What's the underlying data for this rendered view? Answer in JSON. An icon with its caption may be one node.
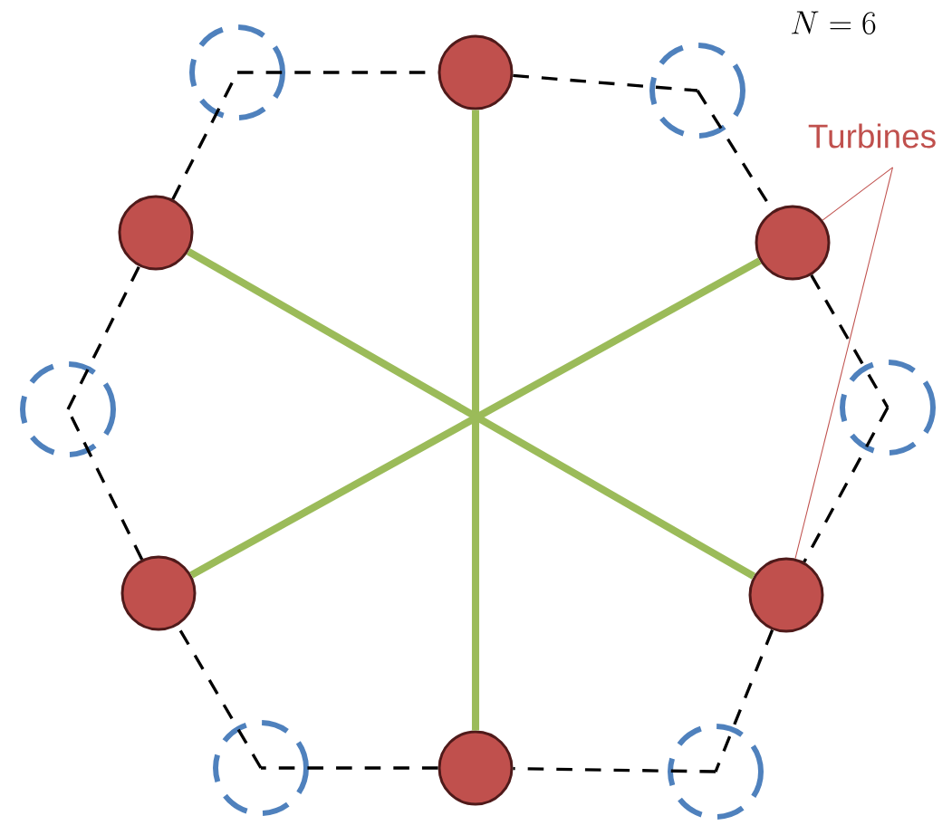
{
  "diagram": {
    "nodes": [
      {
        "text": [
          "Turbines"
        ]
      },
      {
        "text": [],
        "shape": "circle"
      },
      {
        "text": [],
        "shape": "circle"
      },
      {
        "text": [],
        "shape": "circle"
      },
      {
        "text": [],
        "shape": "circle"
      },
      {
        "text": [],
        "shape": "circle"
      },
      {
        "text": [],
        "shape": "circle"
      },
      {
        "text": [],
        "shape": "circle"
      },
      {
        "text": [],
        "shape": "circle"
      },
      {
        "text": [],
        "shape": "circle"
      },
      {
        "text": [],
        "shape": "circle"
      },
      {
        "text": [],
        "shape": "circle"
      },
      {
        "text": [],
        "shape": "circle"
      }
    ],
    "edges": [
      {
        "from": 1,
        "to": 2,
        "arrow": "none",
        "style": "dashed"
      },
      {
        "from": 2,
        "to": 3,
        "arrow": "none",
        "style": "dashed"
      },
      {
        "from": 3,
        "to": 5,
        "arrow": "none",
        "style": "dashed"
      },
      {
        "from": 5,
        "to": 7,
        "arrow": "none",
        "style": "dashed"
      },
      {
        "from": 7,
        "to": 9,
        "arrow": "none",
        "style": "dashed"
      },
      {
        "from": 9,
        "to": 12,
        "arrow": "none",
        "style": "dashed"
      },
      {
        "from": 12,
        "to": 11,
        "arrow": "none",
        "style": "dashed"
      },
      {
        "from": 11,
        "to": 10,
        "arrow": "none",
        "style": "dashed"
      },
      {
        "from": 10,
        "to": 8,
        "arrow": "none",
        "style": "dashed"
      },
      {
        "from": 8,
        "to": 6,
        "arrow": "none",
        "style": "dashed"
      },
      {
        "from": 6,
        "to": 4,
        "arrow": "none",
        "style": "dashed"
      },
      {
        "from": 4,
        "to": 1,
        "arrow": "none",
        "style": "dashed"
      },
      {
        "from": 2,
        "to": 11,
        "arrow": "none",
        "style": "thick",
        "color": "#9bbb59"
      },
      {
        "from": 4,
        "to": 9,
        "arrow": "none",
        "style": "thick",
        "color": "#9bbb59"
      },
      {
        "from": 5,
        "to": 8,
        "arrow": "none",
        "style": "thick",
        "color": "#9bbb59"
      },
      {
        "from": 0,
        "to": 5,
        "arrow": "none",
        "color": "#c0504d"
      },
      {
        "from": 0,
        "to": 9,
        "arrow": "none",
        "color": "#c0504d"
      }
    ],
    "labels": [
      "N = 6"
    ]
  }
}
